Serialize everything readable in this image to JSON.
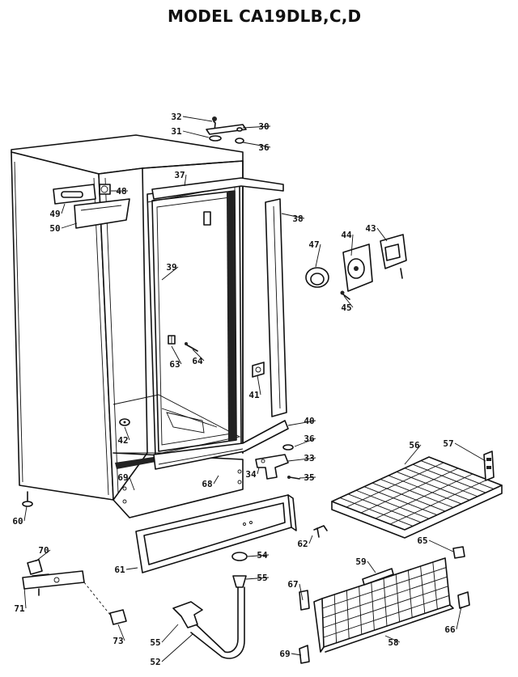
{
  "title": "MODEL CA19DLB,C,D",
  "callouts": [
    {
      "label": "32"
    },
    {
      "label": "30"
    },
    {
      "label": "31"
    },
    {
      "label": "36"
    },
    {
      "label": "37"
    },
    {
      "label": "48"
    },
    {
      "label": "49"
    },
    {
      "label": "50"
    },
    {
      "label": "38"
    },
    {
      "label": "47"
    },
    {
      "label": "44"
    },
    {
      "label": "43"
    },
    {
      "label": "45"
    },
    {
      "label": "39"
    },
    {
      "label": "63"
    },
    {
      "label": "64"
    },
    {
      "label": "41"
    },
    {
      "label": "42"
    },
    {
      "label": "40"
    },
    {
      "label": "36"
    },
    {
      "label": "33"
    },
    {
      "label": "34"
    },
    {
      "label": "35"
    },
    {
      "label": "56"
    },
    {
      "label": "57"
    },
    {
      "label": "69"
    },
    {
      "label": "68"
    },
    {
      "label": "60"
    },
    {
      "label": "62"
    },
    {
      "label": "65"
    },
    {
      "label": "70"
    },
    {
      "label": "54"
    },
    {
      "label": "61"
    },
    {
      "label": "55"
    },
    {
      "label": "59"
    },
    {
      "label": "67"
    },
    {
      "label": "71"
    },
    {
      "label": "73"
    },
    {
      "label": "55"
    },
    {
      "label": "58"
    },
    {
      "label": "66"
    },
    {
      "label": "52"
    },
    {
      "label": "69"
    }
  ]
}
